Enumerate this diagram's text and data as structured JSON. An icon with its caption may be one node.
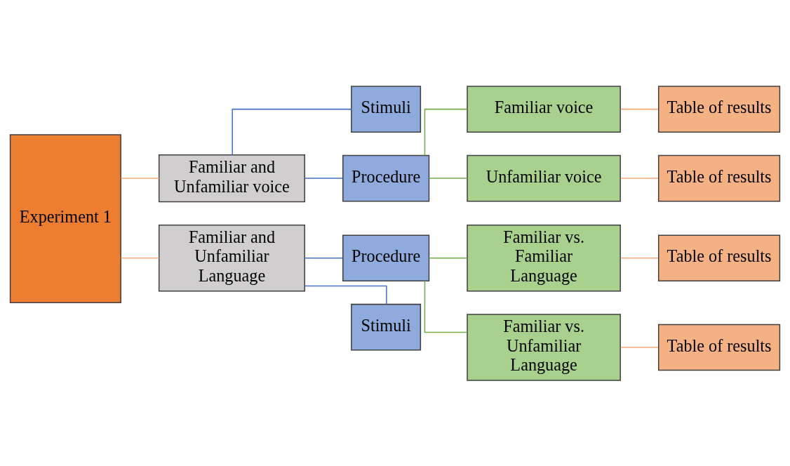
{
  "diagram": {
    "nodes": [
      {
        "text": [
          "Experiment 1"
        ]
      },
      {
        "text": [
          "Familiar and Unfamiliar voice"
        ]
      },
      {
        "text": [
          "Stimuli"
        ]
      },
      {
        "text": [
          "Procedure"
        ]
      },
      {
        "text": [
          "Familiar voice"
        ]
      },
      {
        "text": [
          "Table of results"
        ]
      },
      {
        "text": [
          "Unfamiliar voice"
        ]
      },
      {
        "text": [
          "Table of results"
        ]
      },
      {
        "text": [
          "Familiar and Unfamiliar Language"
        ]
      },
      {
        "text": [
          "Familiar vs. Familiar Language"
        ]
      },
      {
        "text": [
          "Table of results"
        ]
      },
      {
        "text": [
          "Procedure"
        ]
      },
      {
        "text": [
          "Familiar vs. Unfamiliar Language"
        ]
      },
      {
        "text": [
          "Table of results"
        ]
      },
      {
        "text": [
          "Stimuli"
        ]
      }
    ],
    "edges": [
      {
        "from": 0,
        "to": 1,
        "arrow": "none"
      },
      {
        "from": 0,
        "to": 8,
        "arrow": "none"
      },
      {
        "from": 1,
        "to": 2,
        "arrow": "none",
        "color": "#4472c4"
      },
      {
        "from": 1,
        "to": 3,
        "arrow": "none",
        "color": "#4472c4"
      },
      {
        "from": 3,
        "to": 4,
        "arrow": "none",
        "color": "#70ad47"
      },
      {
        "from": 3,
        "to": 6,
        "arrow": "none",
        "color": "#70ad47"
      },
      {
        "from": 4,
        "to": 5,
        "arrow": "none"
      },
      {
        "from": 6,
        "to": 7,
        "arrow": "none"
      },
      {
        "from": 8,
        "to": 11,
        "arrow": "none",
        "color": "#4472c4"
      },
      {
        "from": 8,
        "to": 14,
        "arrow": "none",
        "color": "#4472c4"
      },
      {
        "from": 11,
        "to": 9,
        "arrow": "none",
        "color": "#70ad47"
      },
      {
        "from": 11,
        "to": 12,
        "arrow": "none",
        "color": "#70ad47"
      },
      {
        "from": 9,
        "to": 10,
        "arrow": "none"
      },
      {
        "from": 12,
        "to": 13,
        "arrow": "none"
      }
    ]
  }
}
